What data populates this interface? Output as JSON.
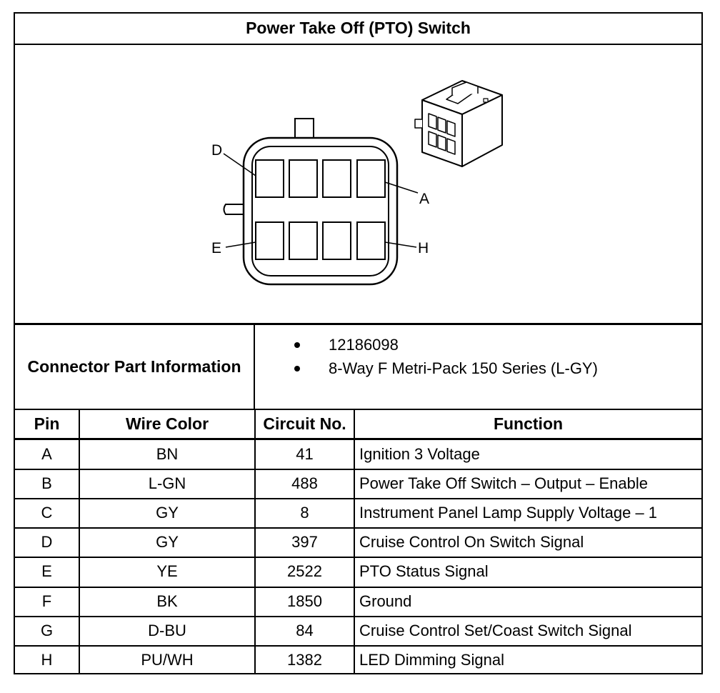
{
  "title": "Power Take Off (PTO) Switch",
  "diagram": {
    "pin_labels": [
      "D",
      "A",
      "E",
      "H"
    ],
    "connector_icon": "8-way-connector-icon"
  },
  "connector_info": {
    "label": "Connector Part Information",
    "items": [
      "12186098",
      "8-Way F Metri-Pack 150 Series (L-GY)"
    ]
  },
  "table": {
    "headers": [
      "Pin",
      "Wire Color",
      "Circuit No.",
      "Function"
    ],
    "rows": [
      [
        "A",
        "BN",
        "41",
        "Ignition 3 Voltage"
      ],
      [
        "B",
        "L-GN",
        "488",
        "Power Take Off Switch – Output – Enable"
      ],
      [
        "C",
        "GY",
        "8",
        "Instrument Panel Lamp Supply Voltage – 1"
      ],
      [
        "D",
        "GY",
        "397",
        "Cruise Control On Switch Signal"
      ],
      [
        "E",
        "YE",
        "2522",
        "PTO Status Signal"
      ],
      [
        "F",
        "BK",
        "1850",
        "Ground"
      ],
      [
        "G",
        "D-BU",
        "84",
        "Cruise Control Set/Coast Switch Signal"
      ],
      [
        "H",
        "PU/WH",
        "1382",
        "LED Dimming Signal"
      ]
    ]
  }
}
